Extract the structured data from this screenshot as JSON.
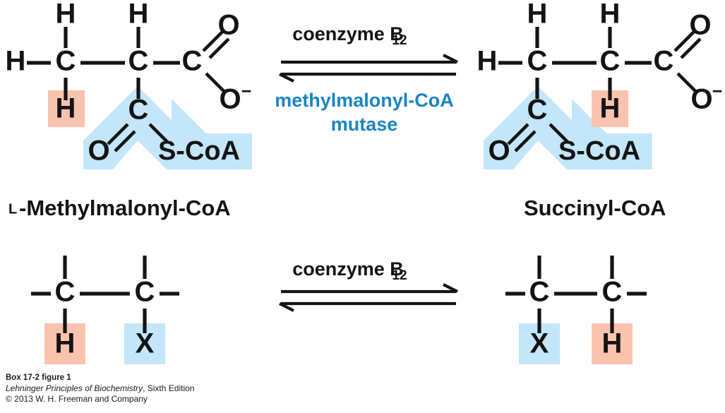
{
  "figure": {
    "title": "Methylmalonyl-CoA mutase reaction and general 1,2-rearrangement",
    "colors": {
      "highlight_salmon": "#f9c3ae",
      "highlight_blue": "#c3e6fa",
      "enzyme_text_blue": "#1b84c4",
      "ink": "#141414",
      "background": "#ffffff"
    }
  },
  "reaction_top": {
    "reactant": {
      "name_prefix": "L",
      "name": "-Methylmalonyl-CoA",
      "atoms": {
        "h_top_left": "H",
        "h_top_right": "H",
        "h_left": "H",
        "c_left": "C",
        "c_middle": "C",
        "c_right": "C",
        "h_bottom_highlighted": "H",
        "o_double": "O",
        "o_minus": "O",
        "o_minus_charge": "−",
        "c_thioester": "C",
        "o_thioester": "O",
        "s_coa": "S-CoA"
      }
    },
    "product": {
      "name": "Succinyl-CoA",
      "atoms": {
        "h_top_left": "H",
        "h_top_right": "H",
        "h_left": "H",
        "c_left": "C",
        "c_middle": "C",
        "c_right": "C",
        "h_bottom_highlighted": "H",
        "o_double": "O",
        "o_minus": "O",
        "o_minus_charge": "−",
        "c_thioester": "C",
        "o_thioester": "O",
        "s_coa": "S-CoA"
      }
    },
    "arrow": {
      "above_label": "coenzyme B",
      "above_label_subscript": "12",
      "below_label_line1": "methylmalonyl-CoA",
      "below_label_line2": "mutase",
      "type": "equilibrium-double-arrow",
      "direction": "reversible"
    }
  },
  "reaction_bottom": {
    "reactant": {
      "atoms": {
        "c_left": "C",
        "c_right": "C",
        "substituent_left": "H",
        "substituent_right": "X"
      }
    },
    "product": {
      "atoms": {
        "c_left": "C",
        "c_right": "C",
        "substituent_left": "X",
        "substituent_right": "H"
      }
    },
    "arrow": {
      "above_label": "coenzyme B",
      "above_label_subscript": "12",
      "type": "equilibrium-double-arrow",
      "direction": "reversible"
    }
  },
  "caption": {
    "title": "Box 17-2 figure 1",
    "source_italic": "Lehninger Principles of Biochemistry",
    "source_rest": ", Sixth Edition",
    "copyright": "© 2013 W. H. Freeman and Company"
  }
}
